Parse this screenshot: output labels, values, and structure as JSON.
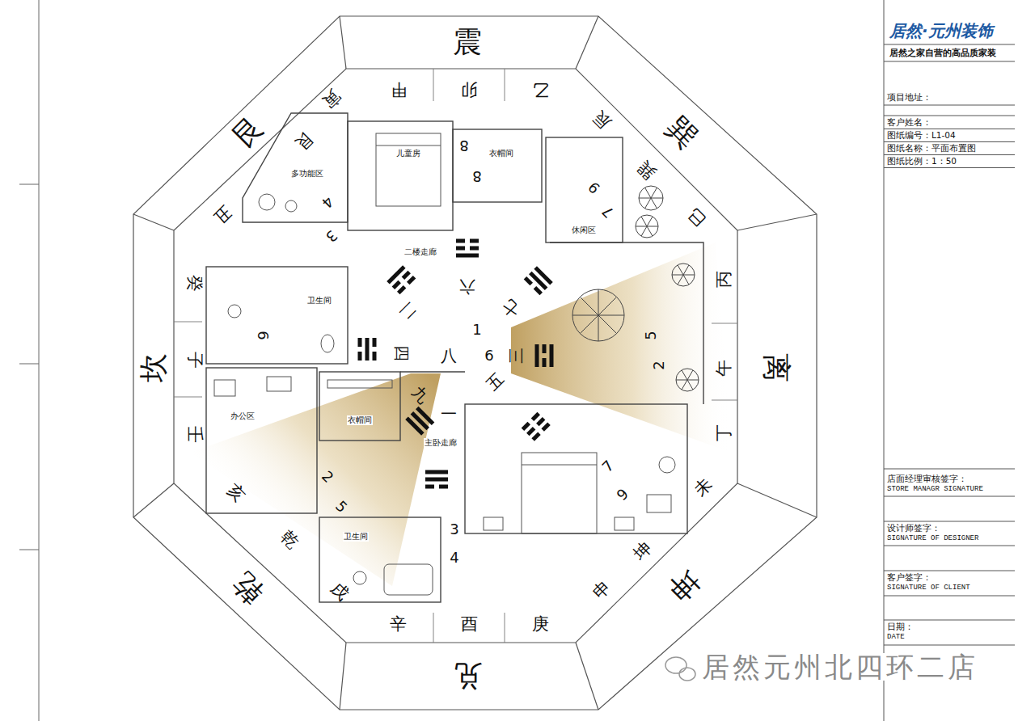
{
  "diagram": {
    "labels": [
      "震",
      "巽",
      "离",
      "坤",
      "兑",
      "乾",
      "坎",
      "艮",
      "甲",
      "卯",
      "乙",
      "辰",
      "巽",
      "巳",
      "丙",
      "午",
      "丁",
      "未",
      "坤",
      "申",
      "庚",
      "酉",
      "辛",
      "戌",
      "乾",
      "亥",
      "壬",
      "子",
      "癸",
      "丑",
      "艮",
      "寅",
      "六",
      "七",
      "三",
      "五",
      "一",
      "九",
      "四",
      "二",
      "八",
      "8",
      "8",
      "9",
      "7",
      "5",
      "2",
      "7",
      "9",
      "3",
      "4",
      "2",
      "5",
      "6",
      "4",
      "3",
      "1",
      "6",
      "多功能区",
      "儿童房",
      "衣帽间",
      "休闲区",
      "二楼走廊",
      "卫生间",
      "办公区",
      "衣帽间",
      "主卧走廊",
      "卫生间",
      "居然·元州装饰",
      "居然之家自营的高品质家装",
      "项目地址：",
      "客户姓名：",
      "图纸编号：L1-04",
      "图纸名称：平面布置图",
      "图纸比例：1：50",
      "店面经理审核签字：",
      "STORE MANAGR SIGNATURE",
      "设计师签字：",
      "SIGNATURE OF DESIGNER",
      "客户签字：",
      "SIGNATURE OF CLIENT",
      "日期：",
      "DATE",
      "居然元州北四环二店"
    ]
  }
}
